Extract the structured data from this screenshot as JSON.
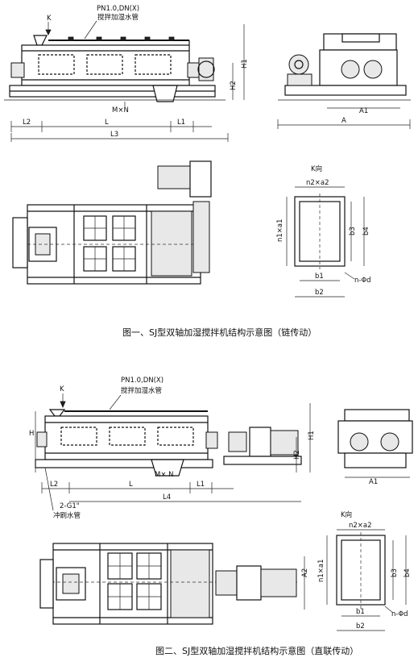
{
  "figure1": {
    "side_view": {
      "pressure_label": "PN1.0,DN(X)",
      "pipe_label": "搅拌加湿水管",
      "view_mark": "K",
      "dims": {
        "h1": "H1",
        "h2": "H2",
        "l2": "L2",
        "l": "L",
        "l1": "L1",
        "l3": "L3",
        "m_n": "M×N"
      }
    },
    "end_view": {
      "dims": {
        "a1": "A1",
        "a": "A"
      }
    },
    "k_view": {
      "title": "K向",
      "dims": {
        "n2a2": "n2×a2",
        "n1a1": "n1×a1",
        "b3": "b3",
        "b4": "b4",
        "b1": "b1",
        "b2": "b2",
        "nd": "n-Φd"
      }
    },
    "caption": "图一、SJ型双轴加湿搅拌机结构示意图（链传动）"
  },
  "figure2": {
    "side_view": {
      "pressure_label": "PN1.0,DN(X)",
      "pipe_label": "搅拌加湿水管",
      "view_mark": "K",
      "dims": {
        "h": "H",
        "h1": "H1",
        "h2": "H2",
        "l2": "L2",
        "l": "L",
        "l1": "L1",
        "l4": "L4",
        "m_n": "M× N"
      },
      "flush_size": "2-G1\"",
      "flush_label": "冲刷水管"
    },
    "end_view": {
      "dims": {
        "a1": "A1"
      }
    },
    "top_view": {
      "dims": {
        "a2": "A2"
      }
    },
    "k_view": {
      "title": "K向",
      "dims": {
        "n2a2": "n2×a2",
        "n1a1": "n1×a1",
        "b3": "b3",
        "b4": "b4",
        "b1": "b1",
        "b2": "b2",
        "nd": "n-Φd"
      }
    },
    "caption": "图二、SJ型双轴加湿搅拌机结构示意图（直联传动）"
  }
}
